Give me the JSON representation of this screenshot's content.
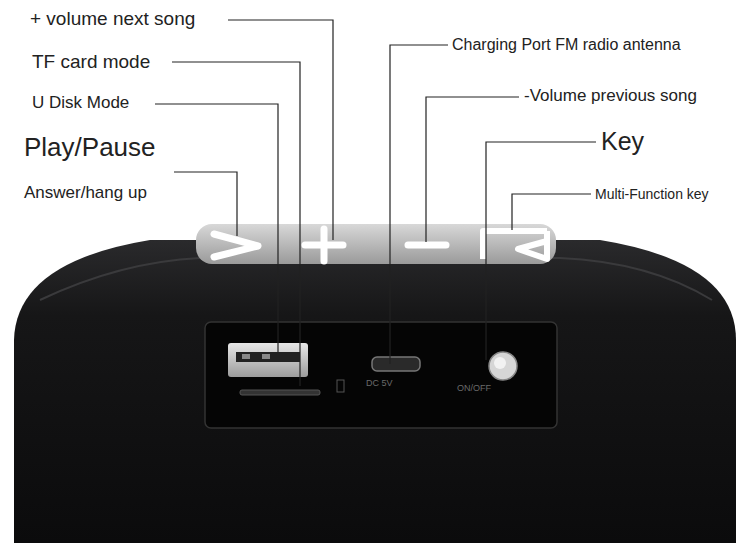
{
  "diagram": {
    "labels": [
      "+ volume next song",
      "TF card mode",
      "U Disk Mode",
      "Play/Pause",
      "Answer/hang up",
      "Charging Port FM radio antenna",
      "-Volume previous song",
      "Key",
      "Multi-Function key",
      "DC 5V",
      "ON/OFF"
    ]
  }
}
